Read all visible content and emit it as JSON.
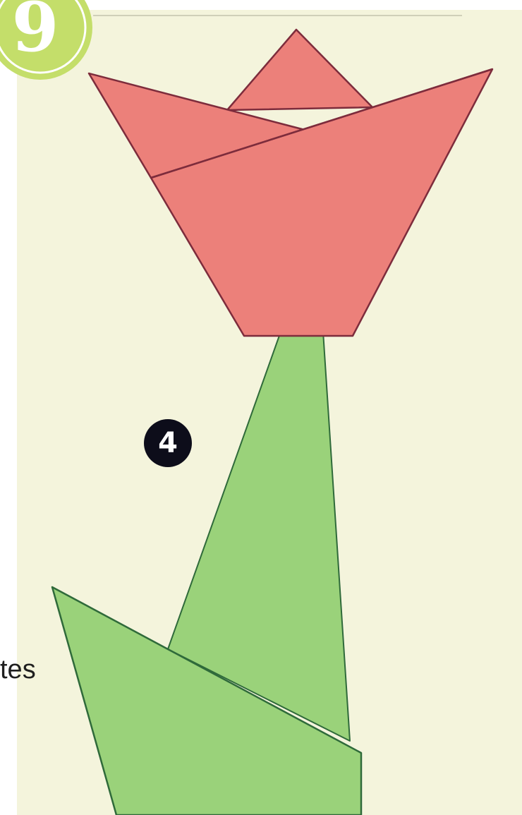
{
  "badge": {
    "number": "9"
  },
  "step": {
    "number": "4"
  },
  "text_fragment": "tes",
  "colors": {
    "panel_background": "#f4f4dc",
    "badge_green": "#c4de6a",
    "petal_fill": "#ec807a",
    "petal_stroke": "#7d2c3c",
    "leaf_fill": "#9ad27a",
    "leaf_stroke": "#2f6a3a",
    "step_badge": "#0d0d1a"
  },
  "illustration": {
    "subject": "paper tulip",
    "icons": [
      "tulip-flower-icon",
      "tulip-stem-icon",
      "tulip-leaf-icon"
    ]
  }
}
